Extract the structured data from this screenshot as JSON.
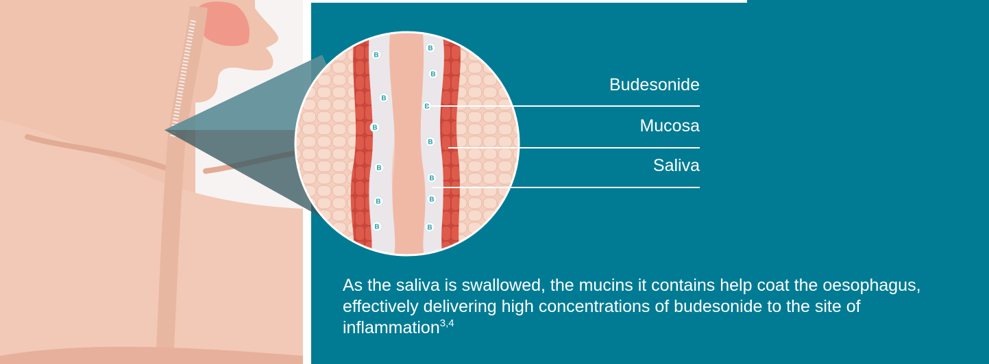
{
  "labels": {
    "budesonide": "Budesonide",
    "mucosa": "Mucosa",
    "saliva": "Saliva"
  },
  "caption": {
    "text": "As the saliva is swallowed, the mucins it contains help coat the oesophagus, effectively delivering high concentrations of budesonide to the site of inflammation",
    "superscript": "3,4"
  },
  "bead_letter": "B",
  "colors": {
    "teal_background": "#007b93",
    "skin": "#efc3ad",
    "muscle": "#d9594a",
    "saliva": "#e9e6ea"
  }
}
